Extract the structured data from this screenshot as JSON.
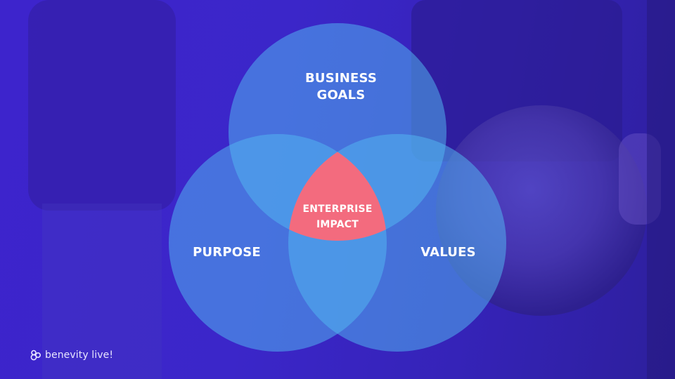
{
  "diagram": {
    "type": "venn",
    "sets": [
      {
        "label": "BUSINESS GOALS",
        "line1": "BUSINESS",
        "line2": "GOALS"
      },
      {
        "label": "PURPOSE"
      },
      {
        "label": "VALUES"
      }
    ],
    "intersection": {
      "label": "ENTERPRISE IMPACT",
      "line1": "ENTERPRISE",
      "line2": "IMPACT"
    }
  },
  "logo": {
    "text": "benevity live!",
    "icon": "benevity-logo-icon"
  },
  "colors": {
    "background": "#3a22c8",
    "circle_fill": "#4aaef0",
    "center_fill": "#f26a7c",
    "text": "#ffffff"
  }
}
